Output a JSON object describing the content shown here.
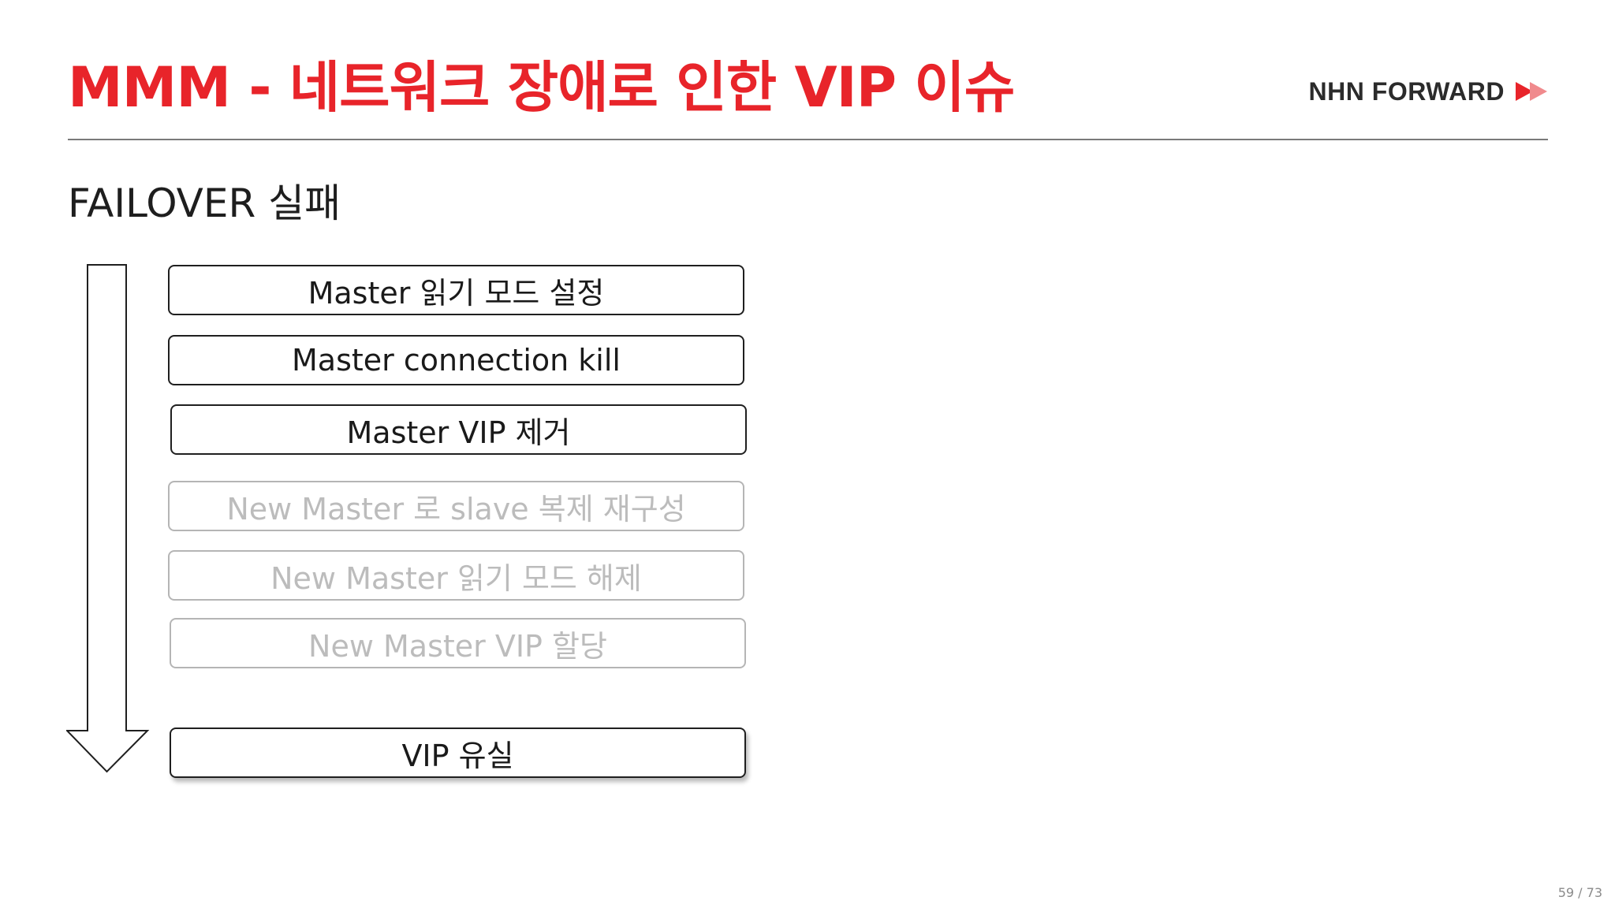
{
  "theme": {
    "accent": "#e8242a",
    "text": "#1e1e1e",
    "pending_text": "#bcbcbc",
    "pending_border": "#b5b5b5"
  },
  "header": {
    "title": "MMM - 네트워크 장애로 인한 VIP 이슈",
    "brand": "NHN FORWARD",
    "brand_icon": "double-play-icon"
  },
  "section": {
    "subtitle": "FAILOVER 실패"
  },
  "flow": {
    "direction_icon": "down-arrow-icon",
    "steps": [
      {
        "label": "Master 읽기 모드 설정",
        "state": "done"
      },
      {
        "label": "Master connection kill",
        "state": "done"
      },
      {
        "label": "Master VIP 제거",
        "state": "done"
      },
      {
        "label": "New Master 로 slave 복제 재구성",
        "state": "pending"
      },
      {
        "label": "New Master 읽기 모드 해제",
        "state": "pending"
      },
      {
        "label": "New Master VIP 할당",
        "state": "pending"
      }
    ],
    "result": {
      "label": "VIP 유실",
      "state": "final"
    }
  },
  "footer": {
    "page": "59 / 73"
  }
}
